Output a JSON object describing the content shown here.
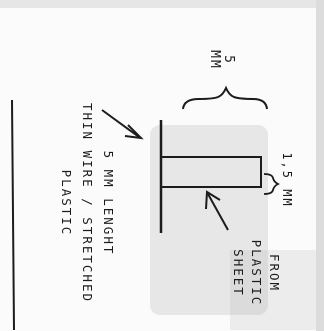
{
  "diagram": {
    "height_label": [
      "5",
      "MM"
    ],
    "thickness_label": "1,5 MM",
    "wire_label": [
      "5 MM LENGHT",
      "THIN WIRE / STRETCHED",
      "PLASTIC"
    ],
    "sheet_label": [
      "FROM",
      "PLASTIC",
      "SHEET"
    ]
  },
  "colors": {
    "ink": "#1c1c1c",
    "smudge": "#9a9a9a",
    "paper": "#fbfbfb"
  }
}
